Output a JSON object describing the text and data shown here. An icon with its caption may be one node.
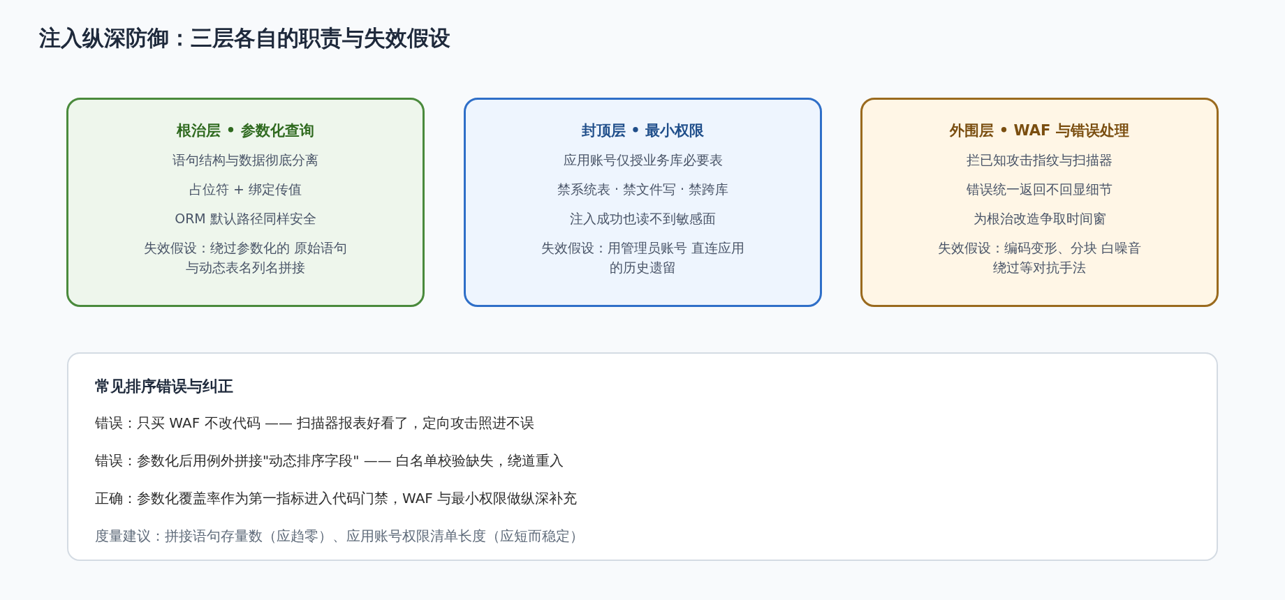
{
  "diagram": {
    "title": "注入纵深防御：三层各自的职责与失效假设",
    "nodes": [
      {
        "text": [
          "根治层 • 参数化查询",
          "语句结构与数据彻底分离",
          "占位符 + 绑定传值",
          "ORM 默认路径同样安全",
          "失效假设：绕过参数化的 原始语句与动态表名列名拼接"
        ]
      },
      {
        "text": [
          "封顶层 • 最小权限",
          "应用账号仅授业务库必要表",
          "禁系统表 · 禁文件写 · 禁跨库",
          "注入成功也读不到敏感面",
          "失效假设：用管理员账号 直连应用的历史遗留"
        ]
      },
      {
        "text": [
          "外围层 • WAF 与错误处理",
          "拦已知攻击指纹与扫描器",
          "错误统一返回不回显细节",
          "为根治改造争取时间窗",
          "失效假设：编码变形、分块 白噪音绕过等对抗手法"
        ]
      },
      {
        "text": [
          "常见排序错误与纠正",
          "错误：只买 WAF 不改代码 —— 扫描器报表好看了，定向攻击照进不误",
          "错误：参数化后用例外拼接\"动态排序字段\" —— 白名单校验缺失，绕道重入",
          "正确：参数化覆盖率作为第一指标进入代码门禁，WAF 与最小权限做纵深补充",
          "度量建议：拼接语句存量数（应趋零）、应用账号权限清单长度（应短而稳定）"
        ]
      }
    ]
  }
}
